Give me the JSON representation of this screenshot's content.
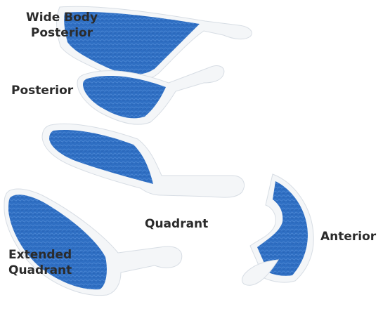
{
  "labels": {
    "wide_body_posterior": [
      "Wide Body",
      "Posterior"
    ],
    "posterior": "Posterior",
    "quadrant": "Quadrant",
    "anterior": "Anterior",
    "extended_quadrant": [
      "Extended",
      "Quadrant"
    ]
  },
  "colors": {
    "tray_blue": "#2f6fc3",
    "tray_blue_dark": "#1f56a8",
    "tray_white": "#f4f6f8",
    "label_text": "#2b2b2b"
  }
}
